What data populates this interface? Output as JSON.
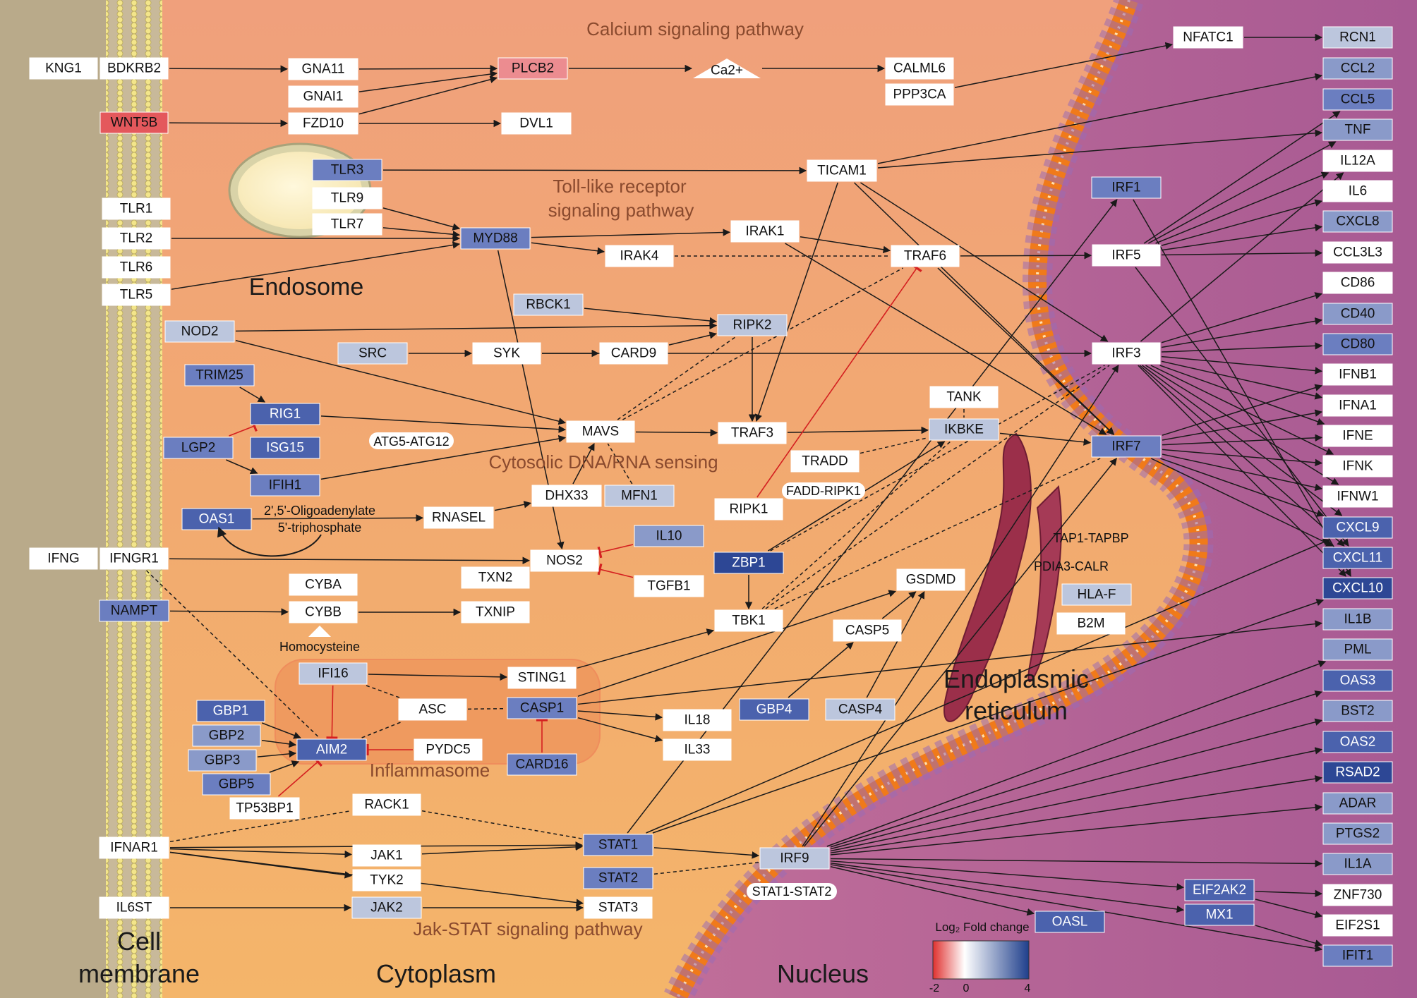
{
  "titles": {
    "calcium": "Calcium signaling pathway",
    "tlr_line1": "Toll-like receptor",
    "tlr_line2": "signaling pathway",
    "cytosolic": "Cytosolic DNA/RNA sensing",
    "jakstat": "Jak-STAT signaling pathway",
    "endosome": "Endosome",
    "inflammasome": "Inflammasome",
    "er_line1": "Endoplasmic",
    "er_line2": "reticulum",
    "membrane_line1": "Cell",
    "membrane_line2": "membrane",
    "cytoplasm": "Cytoplasm",
    "nucleus": "Nucleus"
  },
  "annotations": {
    "oligo_line1": "2',5'-Oligoadenylate",
    "oligo_line2": "5'-triphosphate",
    "homocysteine": "Homocysteine",
    "atg": "ATG5-ATG12",
    "fadd": "FADD-RIPK1",
    "stat12": "STAT1-STAT2",
    "tap": "TAP1-TAPBP",
    "pdia": "PDIA3-CALR"
  },
  "legend": {
    "title": "Log₂ Fold change",
    "ticks": [
      "-2",
      "0",
      "4"
    ],
    "colors": {
      "up_high": "#1f3f8c",
      "neutral": "#ffffff",
      "down": "#e0312f"
    }
  },
  "palette": {
    "white": "#ffffff",
    "l1": "#bcc6dd",
    "l2": "#8a9ac9",
    "l3": "#6b7ec0",
    "l4": "#4b62ad",
    "l5": "#2d4795",
    "red": "#e4585c",
    "pink": "#ec8c90",
    "membrane": "#c8b99a",
    "cytoplasm_top": "#f1a27a",
    "cytoplasm_bottom": "#f3b36b",
    "nucleus": "#b8679b",
    "arrow": "#1a1a1a",
    "inhibit": "#d42020"
  },
  "nodes": [
    {
      "id": "KNG1",
      "label": "KNG1",
      "level": "white"
    },
    {
      "id": "BDKRB2",
      "label": "BDKRB2",
      "level": "white"
    },
    {
      "id": "GNA11",
      "label": "GNA11",
      "level": "white"
    },
    {
      "id": "GNAI1",
      "label": "GNAI1",
      "level": "white"
    },
    {
      "id": "PLCB2",
      "label": "PLCB2",
      "level": "pink"
    },
    {
      "id": "CA2",
      "label": "Ca2+",
      "level": "white"
    },
    {
      "id": "CALML6",
      "label": "CALML6",
      "level": "white"
    },
    {
      "id": "PPP3CA",
      "label": "PPP3CA",
      "level": "white"
    },
    {
      "id": "NFATC1",
      "label": "NFATC1",
      "level": "white"
    },
    {
      "id": "WNT5B",
      "label": "WNT5B",
      "level": "red"
    },
    {
      "id": "FZD10",
      "label": "FZD10",
      "level": "white"
    },
    {
      "id": "DVL1",
      "label": "DVL1",
      "level": "white"
    },
    {
      "id": "TLR3",
      "label": "TLR3",
      "level": "l3"
    },
    {
      "id": "TLR9",
      "label": "TLR9",
      "level": "white"
    },
    {
      "id": "TLR7",
      "label": "TLR7",
      "level": "white"
    },
    {
      "id": "TLR1",
      "label": "TLR1",
      "level": "white"
    },
    {
      "id": "TLR2",
      "label": "TLR2",
      "level": "white"
    },
    {
      "id": "TLR6",
      "label": "TLR6",
      "level": "white"
    },
    {
      "id": "TLR5",
      "label": "TLR5",
      "level": "white"
    },
    {
      "id": "MYD88",
      "label": "MYD88",
      "level": "l3"
    },
    {
      "id": "IRAK4",
      "label": "IRAK4",
      "level": "white"
    },
    {
      "id": "IRAK1",
      "label": "IRAK1",
      "level": "white"
    },
    {
      "id": "TRAF6",
      "label": "TRAF6",
      "level": "white"
    },
    {
      "id": "TICAM1",
      "label": "TICAM1",
      "level": "white"
    },
    {
      "id": "RBCK1",
      "label": "RBCK1",
      "level": "l1"
    },
    {
      "id": "RIPK2",
      "label": "RIPK2",
      "level": "l1"
    },
    {
      "id": "NOD2",
      "label": "NOD2",
      "level": "l1"
    },
    {
      "id": "SRC",
      "label": "SRC",
      "level": "l1"
    },
    {
      "id": "SYK",
      "label": "SYK",
      "level": "white"
    },
    {
      "id": "CARD9",
      "label": "CARD9",
      "level": "white"
    },
    {
      "id": "TRIM25",
      "label": "TRIM25",
      "level": "l3"
    },
    {
      "id": "RIG1",
      "label": "RIG1",
      "level": "l4"
    },
    {
      "id": "ISG15",
      "label": "ISG15",
      "level": "l4"
    },
    {
      "id": "LGP2",
      "label": "LGP2",
      "level": "l3"
    },
    {
      "id": "IFIH1",
      "label": "IFIH1",
      "level": "l3"
    },
    {
      "id": "MAVS",
      "label": "MAVS",
      "level": "white"
    },
    {
      "id": "TRAF3",
      "label": "TRAF3",
      "level": "white"
    },
    {
      "id": "TANK",
      "label": "TANK",
      "level": "white"
    },
    {
      "id": "IKBKE",
      "label": "IKBKE",
      "level": "l1"
    },
    {
      "id": "TRADD",
      "label": "TRADD",
      "level": "white"
    },
    {
      "id": "OAS1",
      "label": "OAS1",
      "level": "l4"
    },
    {
      "id": "RNASEL",
      "label": "RNASEL",
      "level": "white"
    },
    {
      "id": "DHX33",
      "label": "DHX33",
      "level": "white"
    },
    {
      "id": "MFN1",
      "label": "MFN1",
      "level": "l1"
    },
    {
      "id": "RIPK1",
      "label": "RIPK1",
      "level": "white"
    },
    {
      "id": "IFNG",
      "label": "IFNG",
      "level": "white"
    },
    {
      "id": "IFNGR1",
      "label": "IFNGR1",
      "level": "white"
    },
    {
      "id": "NOS2",
      "label": "NOS2",
      "level": "white"
    },
    {
      "id": "IL10",
      "label": "IL10",
      "level": "l2"
    },
    {
      "id": "TGFB1",
      "label": "TGFB1",
      "level": "white"
    },
    {
      "id": "ZBP1",
      "label": "ZBP1",
      "level": "l5"
    },
    {
      "id": "TXN2",
      "label": "TXN2",
      "level": "white"
    },
    {
      "id": "TXNIP",
      "label": "TXNIP",
      "level": "white"
    },
    {
      "id": "CYBA",
      "label": "CYBA",
      "level": "white"
    },
    {
      "id": "CYBB",
      "label": "CYBB",
      "level": "white"
    },
    {
      "id": "NAMPT",
      "label": "NAMPT",
      "level": "l3"
    },
    {
      "id": "TBK1",
      "label": "TBK1",
      "level": "white"
    },
    {
      "id": "GSDMD",
      "label": "GSDMD",
      "level": "white"
    },
    {
      "id": "CASP5",
      "label": "CASP5",
      "level": "white"
    },
    {
      "id": "IFI16",
      "label": "IFI16",
      "level": "l1"
    },
    {
      "id": "STING1",
      "label": "STING1",
      "level": "white"
    },
    {
      "id": "ASC",
      "label": "ASC",
      "level": "white"
    },
    {
      "id": "CASP1",
      "label": "CASP1",
      "level": "l3"
    },
    {
      "id": "CARD16",
      "label": "CARD16",
      "level": "l3"
    },
    {
      "id": "IL18",
      "label": "IL18",
      "level": "white"
    },
    {
      "id": "IL33",
      "label": "IL33",
      "level": "white"
    },
    {
      "id": "GBP4",
      "label": "GBP4",
      "level": "l4"
    },
    {
      "id": "CASP4",
      "label": "CASP4",
      "level": "l1"
    },
    {
      "id": "GBP1",
      "label": "GBP1",
      "level": "l4"
    },
    {
      "id": "GBP2",
      "label": "GBP2",
      "level": "l2"
    },
    {
      "id": "GBP3",
      "label": "GBP3",
      "level": "l2"
    },
    {
      "id": "GBP5",
      "label": "GBP5",
      "level": "l3"
    },
    {
      "id": "AIM2",
      "label": "AIM2",
      "level": "l4"
    },
    {
      "id": "PYDC5",
      "label": "PYDC5",
      "level": "white"
    },
    {
      "id": "TP53BP1",
      "label": "TP53BP1",
      "level": "white"
    },
    {
      "id": "RACK1",
      "label": "RACK1",
      "level": "white"
    },
    {
      "id": "IFNAR1",
      "label": "IFNAR1",
      "level": "white"
    },
    {
      "id": "JAK1",
      "label": "JAK1",
      "level": "white"
    },
    {
      "id": "TYK2",
      "label": "TYK2",
      "level": "white"
    },
    {
      "id": "STAT1",
      "label": "STAT1",
      "level": "l3"
    },
    {
      "id": "STAT2",
      "label": "STAT2",
      "level": "l3"
    },
    {
      "id": "STAT3",
      "label": "STAT3",
      "level": "white"
    },
    {
      "id": "IL6ST",
      "label": "IL6ST",
      "level": "white"
    },
    {
      "id": "JAK2",
      "label": "JAK2",
      "level": "l1"
    },
    {
      "id": "IRF9",
      "label": "IRF9",
      "level": "l1"
    },
    {
      "id": "IRF1",
      "label": "IRF1",
      "level": "l3"
    },
    {
      "id": "IRF5",
      "label": "IRF5",
      "level": "white"
    },
    {
      "id": "IRF3",
      "label": "IRF3",
      "level": "white"
    },
    {
      "id": "IRF7",
      "label": "IRF7",
      "level": "l3"
    },
    {
      "id": "HLAF",
      "label": "HLA-F",
      "level": "l1"
    },
    {
      "id": "B2M",
      "label": "B2M",
      "level": "white"
    },
    {
      "id": "EIF2AK2",
      "label": "EIF2AK2",
      "level": "l4"
    },
    {
      "id": "MX1",
      "label": "MX1",
      "level": "l4"
    },
    {
      "id": "OASL",
      "label": "OASL",
      "level": "l4"
    },
    {
      "id": "RCN1",
      "label": "RCN1",
      "level": "l1"
    },
    {
      "id": "CCL2",
      "label": "CCL2",
      "level": "l2"
    },
    {
      "id": "CCL5",
      "label": "CCL5",
      "level": "l3"
    },
    {
      "id": "TNF",
      "label": "TNF",
      "level": "l2"
    },
    {
      "id": "IL12A",
      "label": "IL12A",
      "level": "white"
    },
    {
      "id": "IL6",
      "label": "IL6",
      "level": "white"
    },
    {
      "id": "CXCL8",
      "label": "CXCL8",
      "level": "l2"
    },
    {
      "id": "CCL3L3",
      "label": "CCL3L3",
      "level": "white"
    },
    {
      "id": "CD86",
      "label": "CD86",
      "level": "white"
    },
    {
      "id": "CD40",
      "label": "CD40",
      "level": "l2"
    },
    {
      "id": "CD80",
      "label": "CD80",
      "level": "l3"
    },
    {
      "id": "IFNB1",
      "label": "IFNB1",
      "level": "white"
    },
    {
      "id": "IFNA1",
      "label": "IFNA1",
      "level": "white"
    },
    {
      "id": "IFNE",
      "label": "IFNE",
      "level": "white"
    },
    {
      "id": "IFNK",
      "label": "IFNK",
      "level": "white"
    },
    {
      "id": "IFNW1",
      "label": "IFNW1",
      "level": "white"
    },
    {
      "id": "CXCL9",
      "label": "CXCL9",
      "level": "l4"
    },
    {
      "id": "CXCL11",
      "label": "CXCL11",
      "level": "l4"
    },
    {
      "id": "CXCL10",
      "label": "CXCL10",
      "level": "l5"
    },
    {
      "id": "IL1B",
      "label": "IL1B",
      "level": "l2"
    },
    {
      "id": "PML",
      "label": "PML",
      "level": "l2"
    },
    {
      "id": "OAS3",
      "label": "OAS3",
      "level": "l4"
    },
    {
      "id": "BST2",
      "label": "BST2",
      "level": "l2"
    },
    {
      "id": "OAS2",
      "label": "OAS2",
      "level": "l4"
    },
    {
      "id": "RSAD2",
      "label": "RSAD2",
      "level": "l5"
    },
    {
      "id": "ADAR",
      "label": "ADAR",
      "level": "l2"
    },
    {
      "id": "PTGS2",
      "label": "PTGS2",
      "level": "l2"
    },
    {
      "id": "IL1A",
      "label": "IL1A",
      "level": "l2"
    },
    {
      "id": "ZNF730",
      "label": "ZNF730",
      "level": "white"
    },
    {
      "id": "EIF2S1",
      "label": "EIF2S1",
      "level": "white"
    },
    {
      "id": "IFIT1",
      "label": "IFIT1",
      "level": "l3"
    }
  ],
  "edges": [
    [
      "BDKRB2",
      "GNA11",
      "a"
    ],
    [
      "GNA11",
      "PLCB2",
      "a"
    ],
    [
      "GNAI1",
      "PLCB2",
      "a"
    ],
    [
      "FZD10",
      "PLCB2",
      "a"
    ],
    [
      "PLCB2",
      "CA2",
      "a"
    ],
    [
      "CA2",
      "CALML6",
      "a"
    ],
    [
      "PPP3CA",
      "NFATC1",
      "a"
    ],
    [
      "NFATC1",
      "RCN1",
      "a"
    ],
    [
      "WNT5B",
      "FZD10",
      "a"
    ],
    [
      "FZD10",
      "DVL1",
      "a"
    ],
    [
      "TLR3",
      "TICAM1",
      "a"
    ],
    [
      "TLR9",
      "MYD88",
      "a"
    ],
    [
      "TLR7",
      "MYD88",
      "a"
    ],
    [
      "TLR2",
      "MYD88",
      "a"
    ],
    [
      "TLR5",
      "MYD88",
      "a"
    ],
    [
      "MYD88",
      "IRAK4",
      "a"
    ],
    [
      "MYD88",
      "IRAK1",
      "a"
    ],
    [
      "IRAK4",
      "TRAF6",
      "d"
    ],
    [
      "IRAK1",
      "TRAF6",
      "a"
    ],
    [
      "TICAM1",
      "TRAF3",
      "a"
    ],
    [
      "TICAM1",
      "IRF3",
      "a"
    ],
    [
      "TICAM1",
      "IRF7",
      "a"
    ],
    [
      "TICAM1",
      "CCL2",
      "a"
    ],
    [
      "TICAM1",
      "TNF",
      "a"
    ],
    [
      "TRAF6",
      "IRF5",
      "a"
    ],
    [
      "TRAF6",
      "IRF7",
      "a"
    ],
    [
      "IRAK1",
      "IRF7",
      "a"
    ],
    [
      "NOD2",
      "RIPK2",
      "a"
    ],
    [
      "RBCK1",
      "RIPK2",
      "a"
    ],
    [
      "SRC",
      "SYK",
      "a"
    ],
    [
      "SYK",
      "CARD9",
      "a"
    ],
    [
      "CARD9",
      "RIPK2",
      "a"
    ],
    [
      "RIPK2",
      "TRAF3",
      "a"
    ],
    [
      "SYK",
      "IRF3",
      "a"
    ],
    [
      "NOD2",
      "MAVS",
      "a"
    ],
    [
      "MYD88",
      "NOS2",
      "a"
    ],
    [
      "TRIM25",
      "RIG1",
      "a"
    ],
    [
      "RIG1",
      "MAVS",
      "a"
    ],
    [
      "IFIH1",
      "MAVS",
      "a"
    ],
    [
      "LGP2",
      "IFIH1",
      "a"
    ],
    [
      "LGP2",
      "RIG1",
      "i"
    ],
    [
      "MAVS",
      "TRAF3",
      "a"
    ],
    [
      "MAVS",
      "TRAF6",
      "d"
    ],
    [
      "MAVS",
      "RIPK2",
      "d"
    ],
    [
      "TRAF3",
      "IKBKE",
      "a"
    ],
    [
      "IKBKE",
      "IRF7",
      "a"
    ],
    [
      "TANK",
      "IKBKE",
      "d"
    ],
    [
      "TRADD",
      "IKBKE",
      "d"
    ],
    [
      "OAS1",
      "RNASEL",
      "a"
    ],
    [
      "RNASEL",
      "DHX33",
      "a"
    ],
    [
      "DHX33",
      "MAVS",
      "a"
    ],
    [
      "MFN1",
      "MAVS",
      "d"
    ],
    [
      "IFNGR1",
      "NOS2",
      "a"
    ],
    [
      "IL10",
      "NOS2",
      "i"
    ],
    [
      "TGFB1",
      "NOS2",
      "i"
    ],
    [
      "RIPK1",
      "TRAF6",
      "i"
    ],
    [
      "ZBP1",
      "TBK1",
      "a"
    ],
    [
      "ZBP1",
      "IKBKE",
      "a"
    ],
    [
      "ZBP1",
      "IRF3",
      "d"
    ],
    [
      "TBK1",
      "IRF3",
      "d"
    ],
    [
      "TBK1",
      "IRF7",
      "d"
    ],
    [
      "TBK1",
      "IKBKE",
      "d"
    ],
    [
      "NAMPT",
      "CYBB",
      "a"
    ],
    [
      "CYBB",
      "TXNIP",
      "a"
    ],
    [
      "STING1",
      "TBK1",
      "a"
    ],
    [
      "IFI16",
      "STING1",
      "a"
    ],
    [
      "IFI16",
      "AIM2",
      "i"
    ],
    [
      "CARD16",
      "CASP1",
      "i"
    ],
    [
      "PYDC5",
      "AIM2",
      "i"
    ],
    [
      "CASP1",
      "IL18",
      "a"
    ],
    [
      "CASP1",
      "IL33",
      "a"
    ],
    [
      "CASP1",
      "GSDMD",
      "a"
    ],
    [
      "CASP1",
      "IL1B",
      "a"
    ],
    [
      "GBP4",
      "CASP5",
      "a"
    ],
    [
      "CASP5",
      "GSDMD",
      "a"
    ],
    [
      "CASP4",
      "GSDMD",
      "a"
    ],
    [
      "GBP1",
      "AIM2",
      "a"
    ],
    [
      "GBP2",
      "AIM2",
      "a"
    ],
    [
      "GBP3",
      "AIM2",
      "a"
    ],
    [
      "GBP5",
      "AIM2",
      "a"
    ],
    [
      "TP53BP1",
      "AIM2",
      "i"
    ],
    [
      "IFNGR1",
      "AIM2",
      "d"
    ],
    [
      "AIM2",
      "ASC",
      "d"
    ],
    [
      "ASC",
      "CASP1",
      "d"
    ],
    [
      "ASC",
      "IFI16",
      "d"
    ],
    [
      "IFNAR1",
      "JAK1",
      "a"
    ],
    [
      "IFNAR1",
      "TYK2",
      "a"
    ],
    [
      "IFNAR1",
      "STAT1",
      "a"
    ],
    [
      "IFNAR1",
      "STAT3",
      "a"
    ],
    [
      "IFNAR1",
      "RACK1",
      "d"
    ],
    [
      "JAK1",
      "STAT1",
      "a"
    ],
    [
      "RACK1",
      "STAT1",
      "d"
    ],
    [
      "IL6ST",
      "JAK2",
      "a"
    ],
    [
      "JAK2",
      "STAT3",
      "a"
    ],
    [
      "STAT1",
      "IRF9",
      "a"
    ],
    [
      "STAT1",
      "IRF1",
      "a"
    ],
    [
      "STAT1",
      "CXCL9",
      "a"
    ],
    [
      "STAT1",
      "CXCL10",
      "a"
    ],
    [
      "STAT2",
      "IRF9",
      "d"
    ],
    [
      "IRF9",
      "EIF2AK2",
      "a"
    ],
    [
      "IRF9",
      "MX1",
      "a"
    ],
    [
      "IRF9",
      "OASL",
      "a"
    ],
    [
      "IRF9",
      "PML",
      "a"
    ],
    [
      "IRF9",
      "OAS3",
      "a"
    ],
    [
      "IRF9",
      "BST2",
      "a"
    ],
    [
      "IRF9",
      "OAS2",
      "a"
    ],
    [
      "IRF9",
      "RSAD2",
      "a"
    ],
    [
      "IRF9",
      "ADAR",
      "a"
    ],
    [
      "IRF9",
      "IFIT1",
      "a"
    ],
    [
      "IRF9",
      "IRF7",
      "a"
    ],
    [
      "IRF9",
      "IRF3",
      "a"
    ],
    [
      "IRF9",
      "IL1A",
      "a"
    ],
    [
      "EIF2AK2",
      "EIF2S1",
      "a"
    ],
    [
      "EIF2AK2",
      "ZNF730",
      "a"
    ],
    [
      "MX1",
      "IFIT1",
      "a"
    ],
    [
      "IRF1",
      "CXCL10",
      "a"
    ],
    [
      "IRF5",
      "CCL5",
      "a"
    ],
    [
      "IRF5",
      "TNF",
      "a"
    ],
    [
      "IRF5",
      "IL12A",
      "a"
    ],
    [
      "IRF5",
      "IL6",
      "a"
    ],
    [
      "IRF5",
      "CXCL8",
      "a"
    ],
    [
      "IRF5",
      "CCL3L3",
      "a"
    ],
    [
      "IRF5",
      "CXCL11",
      "a"
    ],
    [
      "IRF3",
      "CD86",
      "a"
    ],
    [
      "IRF3",
      "CD40",
      "a"
    ],
    [
      "IRF3",
      "CD80",
      "a"
    ],
    [
      "IRF3",
      "IFNB1",
      "a"
    ],
    [
      "IRF3",
      "IFNA1",
      "a"
    ],
    [
      "IRF3",
      "IFNE",
      "a"
    ],
    [
      "IRF3",
      "IFNK",
      "a"
    ],
    [
      "IRF3",
      "IFNW1",
      "a"
    ],
    [
      "IRF3",
      "CXCL9",
      "a"
    ],
    [
      "IRF3",
      "CXCL11",
      "a"
    ],
    [
      "IRF3",
      "CXCL10",
      "a"
    ],
    [
      "IRF3",
      "IL12A",
      "a"
    ],
    [
      "IRF7",
      "IFNB1",
      "a"
    ],
    [
      "IRF7",
      "IFNA1",
      "a"
    ],
    [
      "IRF7",
      "IFNE",
      "a"
    ],
    [
      "IRF7",
      "IFNK",
      "a"
    ],
    [
      "IRF7",
      "IFNW1",
      "a"
    ],
    [
      "IRF7",
      "CXCL9",
      "a"
    ],
    [
      "IRF7",
      "CXCL11",
      "a"
    ]
  ]
}
